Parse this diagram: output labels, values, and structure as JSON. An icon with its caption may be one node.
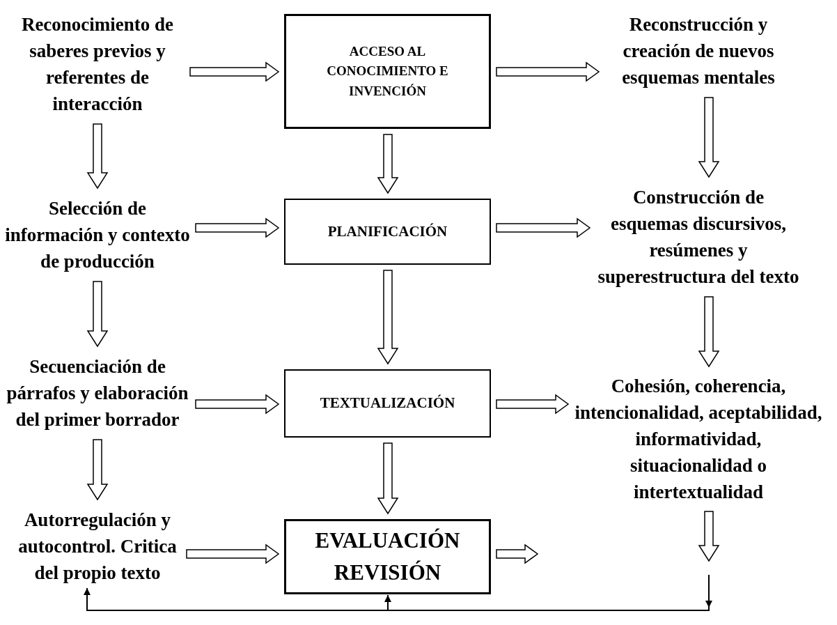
{
  "diagram": {
    "nodes": [
      {
        "text": [
          "Reconocimiento de saberes previos y referentes de interacción"
        ]
      },
      {
        "text": [
          "ACCESO AL CONOCIMIENTO E INVENCIÓN"
        ]
      },
      {
        "text": [
          "Reconstrucción y creación de nuevos esquemas mentales"
        ]
      },
      {
        "text": [
          "Selección de información y contexto de producción"
        ]
      },
      {
        "text": [
          "PLANIFICACIÓN"
        ]
      },
      {
        "text": [
          "Construcción de esquemas discursivos, resúmenes y superestructura del texto"
        ]
      },
      {
        "text": [
          "Secuenciación de párrafos y elaboración del primer borrador"
        ]
      },
      {
        "text": [
          "TEXTUALIZACIÓN"
        ]
      },
      {
        "text": [
          "Cohesión, coherencia, intencionalidad, aceptabilidad, informatividad, situacionalidad o intertextualidad"
        ]
      },
      {
        "text": [
          "Autorregulación y autocontrol. Critica del propio texto"
        ]
      },
      {
        "text": [
          "EVALUACIÓN REVISIÓN"
        ]
      }
    ],
    "edges": [
      {
        "from": 0,
        "to": 1,
        "arrow": "to",
        "style": "thick"
      },
      {
        "from": 1,
        "to": 2,
        "arrow": "to",
        "style": "thick"
      },
      {
        "from": 3,
        "to": 4,
        "arrow": "to",
        "style": "thick"
      },
      {
        "from": 4,
        "to": 5,
        "arrow": "to",
        "style": "thick"
      },
      {
        "from": 6,
        "to": 7,
        "arrow": "to",
        "style": "thick"
      },
      {
        "from": 7,
        "to": 8,
        "arrow": "to",
        "style": "thick"
      },
      {
        "from": 9,
        "to": 10,
        "arrow": "to",
        "style": "thick"
      },
      {
        "from": 10,
        "to": null,
        "arrow": "to",
        "style": "thick"
      },
      {
        "from": 0,
        "to": 3,
        "arrow": "to",
        "style": "thick"
      },
      {
        "from": 3,
        "to": 6,
        "arrow": "to",
        "style": "thick"
      },
      {
        "from": 6,
        "to": 9,
        "arrow": "to",
        "style": "thick"
      },
      {
        "from": 1,
        "to": 4,
        "arrow": "to",
        "style": "thick"
      },
      {
        "from": 4,
        "to": 7,
        "arrow": "to",
        "style": "thick"
      },
      {
        "from": 7,
        "to": 10,
        "arrow": "to",
        "style": "thick"
      },
      {
        "from": 2,
        "to": 5,
        "arrow": "to",
        "style": "thick"
      },
      {
        "from": 5,
        "to": 8,
        "arrow": "to",
        "style": "thick"
      },
      {
        "from": 8,
        "to": null,
        "arrow": "to",
        "style": "thick"
      },
      {
        "from": null,
        "to": 9,
        "arrow": "to"
      },
      {
        "from": null,
        "to": 10,
        "arrow": "to"
      }
    ]
  }
}
